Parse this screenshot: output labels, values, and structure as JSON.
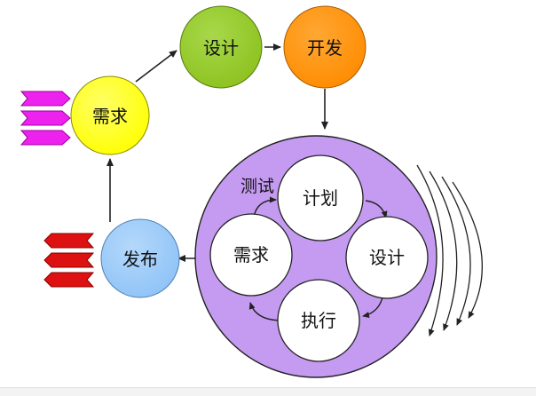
{
  "outer_cycle": {
    "requirements": {
      "label": "需求",
      "fill": "#ffff00"
    },
    "design": {
      "label": "设计",
      "fill": "#8dc21f"
    },
    "development": {
      "label": "开发",
      "fill": "#ff8c00"
    },
    "release": {
      "label": "发布",
      "fill": "#8fc3f7"
    },
    "iteration_fill": "#c59bf2"
  },
  "inner_cycle": {
    "test_label": "测试",
    "plan": {
      "label": "计划"
    },
    "design": {
      "label": "设计"
    },
    "execute": {
      "label": "执行"
    },
    "requirements": {
      "label": "需求"
    }
  },
  "input_arrows_color": "#ee22ee",
  "output_arrows_color": "#dd1111"
}
